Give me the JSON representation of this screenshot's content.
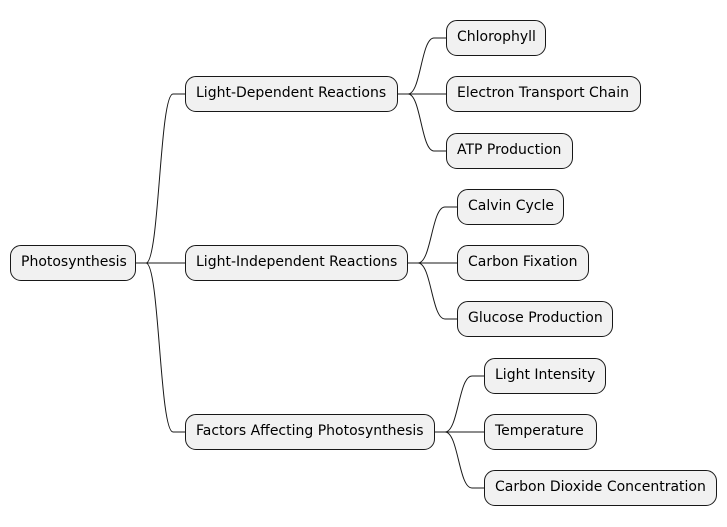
{
  "diagram": {
    "type": "mindmap",
    "colors": {
      "node_fill": "#f1f1f1",
      "node_border": "#181818",
      "link": "#181818",
      "background": "#ffffff"
    },
    "root": {
      "label": "Photosynthesis",
      "children": [
        {
          "label": "Light-Dependent Reactions",
          "children": [
            {
              "label": "Chlorophyll"
            },
            {
              "label": "Electron Transport Chain"
            },
            {
              "label": "ATP Production"
            }
          ]
        },
        {
          "label": "Light-Independent Reactions",
          "children": [
            {
              "label": "Calvin Cycle"
            },
            {
              "label": "Carbon Fixation"
            },
            {
              "label": "Glucose Production"
            }
          ]
        },
        {
          "label": "Factors Affecting Photosynthesis",
          "children": [
            {
              "label": "Light Intensity"
            },
            {
              "label": "Temperature"
            },
            {
              "label": "Carbon Dioxide Concentration"
            }
          ]
        }
      ]
    }
  }
}
